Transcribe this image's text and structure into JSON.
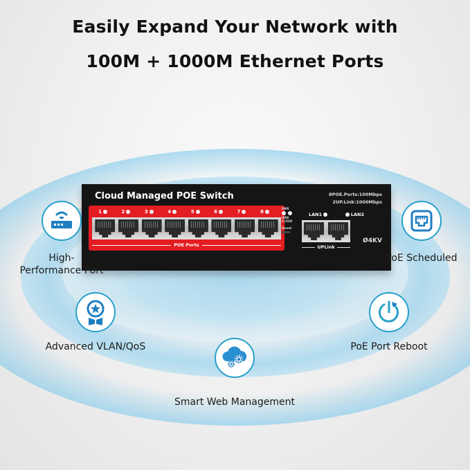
{
  "headline": {
    "line1": "Easily Expand Your Network with",
    "line2": "100M + 1000M Ethernet Ports"
  },
  "device": {
    "title": "Cloud Managed POE Switch",
    "specs": [
      "8POE.Ports:100Mbps",
      "2UP.Link:1000Mbps"
    ],
    "poe_ports": [
      "1",
      "2",
      "3",
      "4",
      "5",
      "6",
      "7",
      "8"
    ],
    "poe_ports_label": "POE Ports",
    "status": {
      "pwr": "PWR",
      "web": "WEB",
      "cloud": "CLOUD",
      "reset": "Reset"
    },
    "lan_ports": [
      "LAN1",
      "LAN2"
    ],
    "uplink_label": "UPLink",
    "surge": "Ø4KV",
    "colors": {
      "panel": "#e31d22",
      "body": "#151515"
    }
  },
  "features": [
    {
      "icon": "router-icon",
      "label_line1": "High-",
      "label_line2": "Performance Port"
    },
    {
      "icon": "ethernet-port-icon",
      "label_line1": "PoE Scheduled"
    },
    {
      "icon": "award-star-icon",
      "label_line1": "Advanced VLAN/QoS"
    },
    {
      "icon": "power-reboot-icon",
      "label_line1": "PoE Port Reboot"
    },
    {
      "icon": "cloud-gears-icon",
      "label_line1": "Smart Web Management"
    }
  ],
  "colors": {
    "accent": "#27a0c9",
    "icon_fill": "#1f7ec2"
  }
}
